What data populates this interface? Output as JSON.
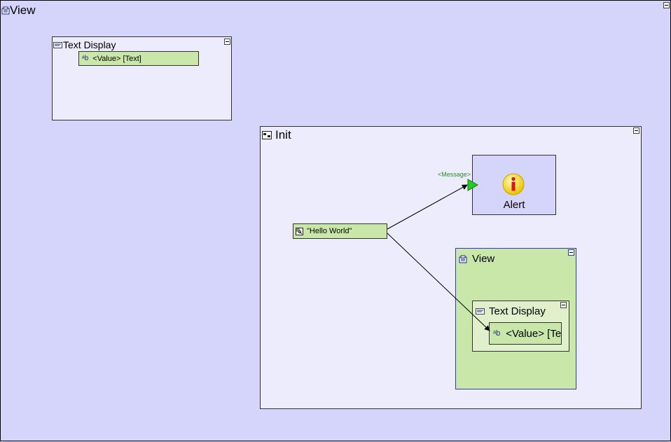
{
  "root": {
    "title": "View",
    "icon": "view-icon"
  },
  "text_display_panel": {
    "title": "Text Display",
    "icon": "text-display-icon",
    "field": {
      "label": "<Value> [Text]",
      "icon": "text-field-icon"
    }
  },
  "init_panel": {
    "title": "Init",
    "icon": "init-icon",
    "hello_node": {
      "label": "\"Hello World\"",
      "icon": "string-constant-icon"
    },
    "alert": {
      "label": "Alert",
      "port_label": "<Message>",
      "icon": "info-icon"
    },
    "view": {
      "title": "View",
      "icon": "view-icon",
      "text_display": {
        "title": "Text Display",
        "icon": "text-display-icon",
        "field": {
          "label": "<Value> [Te",
          "icon": "text-field-icon"
        }
      }
    }
  },
  "colors": {
    "canvas": "#d5d5fb",
    "panel": "#ececfc",
    "node_green": "#c9e7a8",
    "port_green": "#22cc22",
    "border_blue": "#2b3fb0"
  }
}
